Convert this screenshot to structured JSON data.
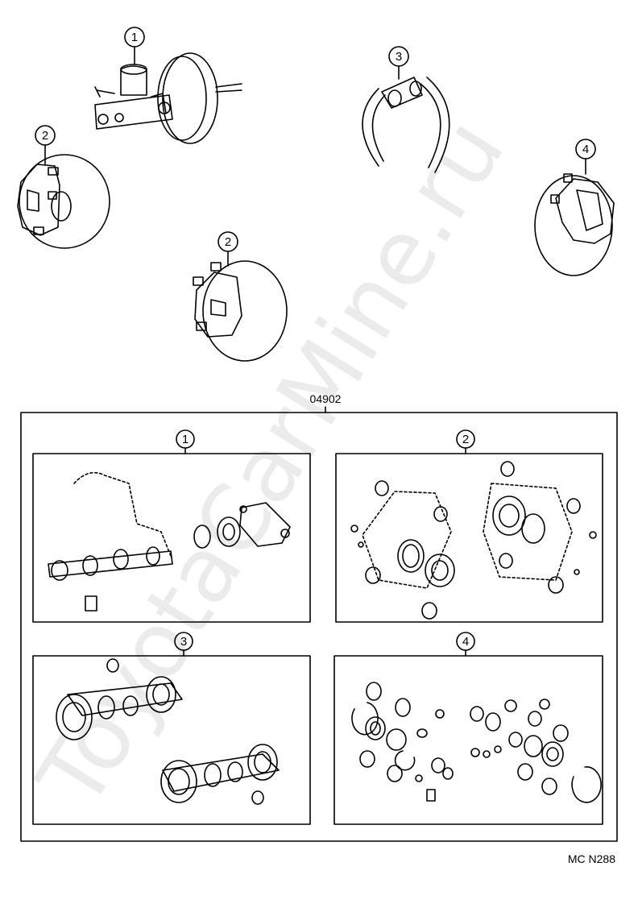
{
  "kit_number": "04902",
  "diagram_code": "MC N288",
  "watermark": "ToyotaCarMine.ru",
  "callouts": [
    "1",
    "2",
    "3",
    "4"
  ],
  "colors": {
    "ink": "#000000",
    "watermark": "#c8c8c8"
  }
}
